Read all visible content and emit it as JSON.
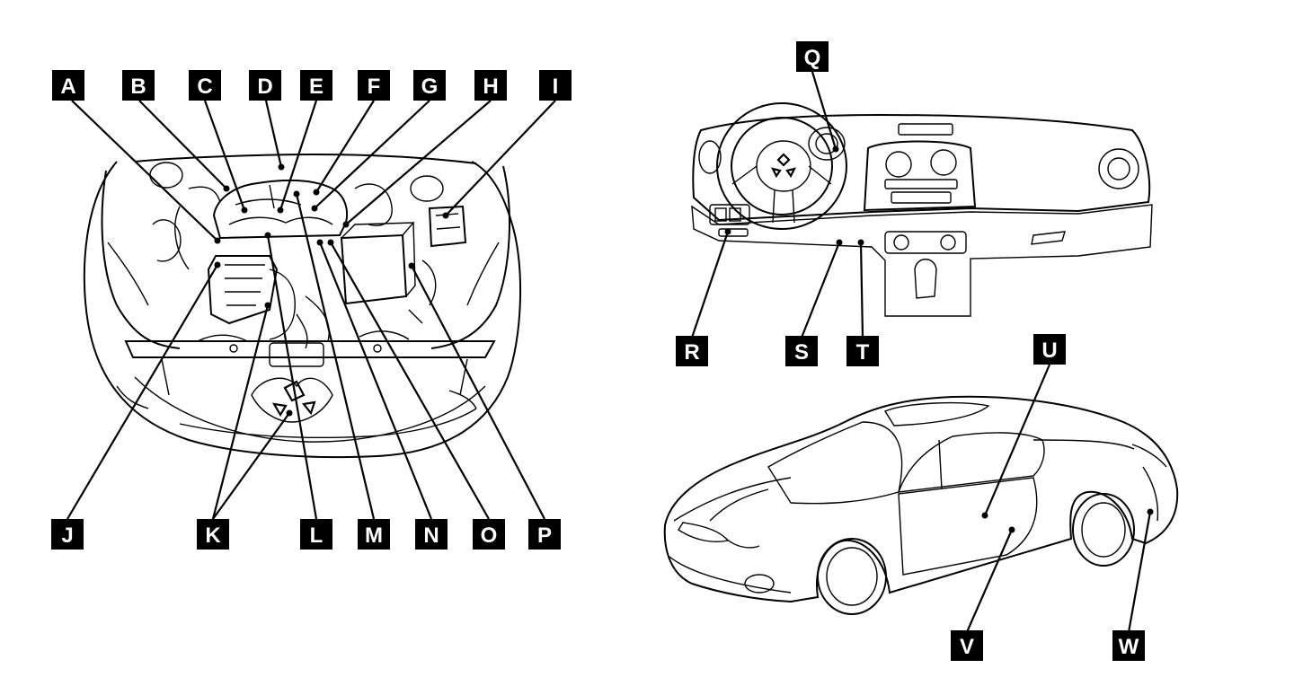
{
  "engine_labels": [
    "A",
    "B",
    "C",
    "D",
    "E",
    "F",
    "G",
    "H",
    "I",
    "J",
    "K",
    "L",
    "M",
    "N",
    "O",
    "P"
  ],
  "dash_labels": [
    "Q",
    "R",
    "S",
    "T"
  ],
  "car_labels": [
    "U",
    "V",
    "W"
  ],
  "colors": {
    "ink": "#000000",
    "paper": "#ffffff",
    "label_fill": "#000000",
    "label_text": "#ffffff"
  }
}
